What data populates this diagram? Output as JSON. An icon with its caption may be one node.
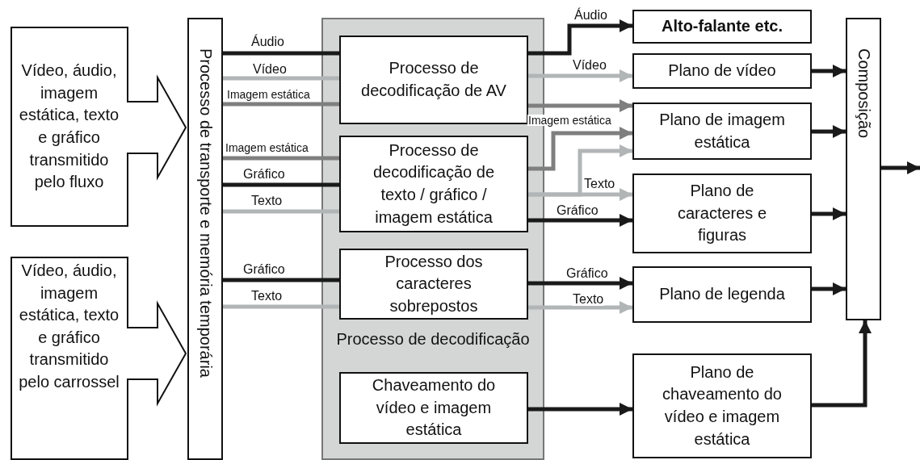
{
  "diagram": {
    "nodes": [
      {
        "text": [
          "Vídeo, áudio, imagem estática, texto e gráfico transmitido pelo fluxo"
        ]
      },
      {
        "text": [
          "Vídeo, áudio, imagem estática, texto e gráfico transmitido pelo carrossel"
        ]
      },
      {
        "text": [
          "Processo de transporte e memória temporária"
        ]
      },
      {
        "text": [
          "Processo de decodificação"
        ]
      },
      {
        "text": [
          "Processo de decodificação de AV"
        ],
        "in": 3
      },
      {
        "text": [
          "Processo de decodificação de texto / gráfico / imagem estática"
        ],
        "in": 3
      },
      {
        "text": [
          "Processo dos caracteres sobrepostos"
        ],
        "in": 3
      },
      {
        "text": [
          "Chaveamento do vídeo e imagem estática"
        ],
        "in": 3
      },
      {
        "text": [
          "Alto-falante etc."
        ]
      },
      {
        "text": [
          "Plano de vídeo"
        ]
      },
      {
        "text": [
          "Plano de imagem estática"
        ]
      },
      {
        "text": [
          "Plano de caracteres e figuras"
        ]
      },
      {
        "text": [
          "Plano de legenda"
        ]
      },
      {
        "text": [
          "Plano de chaveamento do vídeo e imagem estática"
        ]
      },
      {
        "text": [
          "Composição"
        ]
      }
    ],
    "edges": [
      {
        "from": 2,
        "to": 4,
        "arrow": "none",
        "label": "Áudio"
      },
      {
        "from": 2,
        "to": 4,
        "arrow": "none",
        "label": "Vídeo",
        "color": "#b1b5b5"
      },
      {
        "from": 2,
        "to": 4,
        "arrow": "none",
        "label": "Imagem estática",
        "color": "#7f7f7f"
      },
      {
        "from": 2,
        "to": 5,
        "arrow": "none",
        "label": "Imagem estática",
        "color": "#7f7f7f"
      },
      {
        "from": 2,
        "to": 5,
        "arrow": "none",
        "label": "Gráfico"
      },
      {
        "from": 2,
        "to": 5,
        "arrow": "none",
        "label": "Texto",
        "color": "#b1b5b5"
      },
      {
        "from": 2,
        "to": 6,
        "arrow": "none",
        "label": "Gráfico"
      },
      {
        "from": 2,
        "to": 6,
        "arrow": "none",
        "label": "Texto",
        "color": "#b1b5b5"
      },
      {
        "from": 4,
        "to": 8,
        "arrow": "to",
        "label": "Áudio"
      },
      {
        "from": 4,
        "to": 9,
        "arrow": "to",
        "label": "Vídeo",
        "color": "#b1b5b5"
      },
      {
        "from": 4,
        "to": 10,
        "arrow": "to",
        "color": "#7f7f7f"
      },
      {
        "from": 5,
        "to": 10,
        "arrow": "to",
        "label": "Imagem estática",
        "color": "#7f7f7f"
      },
      {
        "from": 5,
        "to": 10,
        "arrow": "to",
        "color": "#b1b5b5"
      },
      {
        "from": 5,
        "to": 11,
        "arrow": "to",
        "label": "Texto",
        "color": "#b1b5b5"
      },
      {
        "from": 5,
        "to": 11,
        "arrow": "to",
        "label": "Gráfico"
      },
      {
        "from": 6,
        "to": 12,
        "arrow": "to",
        "label": "Gráfico"
      },
      {
        "from": 6,
        "to": 12,
        "arrow": "to",
        "label": "Texto",
        "color": "#b1b5b5"
      },
      {
        "from": 7,
        "to": 13,
        "arrow": "to"
      },
      {
        "from": 9,
        "to": 14,
        "arrow": "to"
      },
      {
        "from": 10,
        "to": 14,
        "arrow": "to"
      },
      {
        "from": 11,
        "to": 14,
        "arrow": "to"
      },
      {
        "from": 12,
        "to": 14,
        "arrow": "to"
      },
      {
        "from": 13,
        "to": 14,
        "arrow": "to"
      },
      {
        "from": 14,
        "to": null,
        "arrow": "to"
      }
    ]
  }
}
